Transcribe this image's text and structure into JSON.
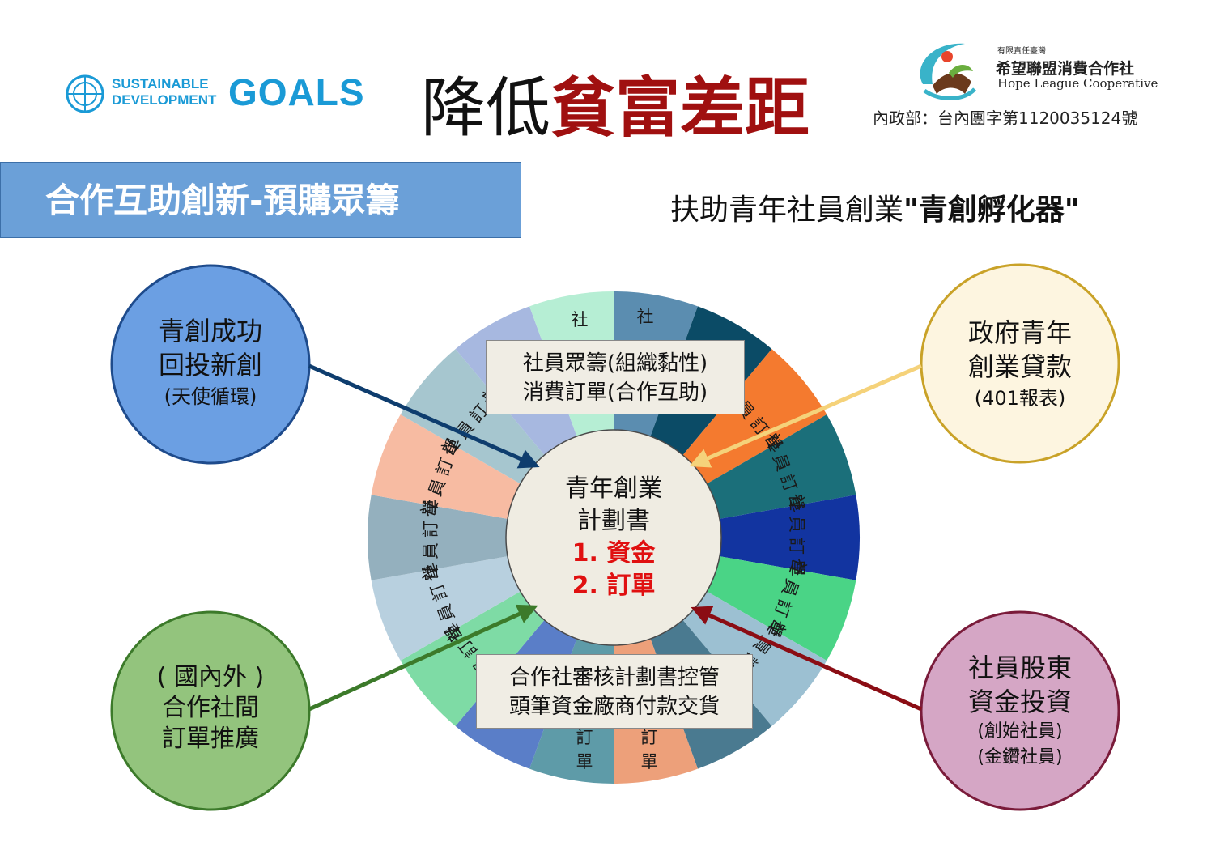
{
  "header": {
    "sdg_line1": "SUSTAINABLE",
    "sdg_line2": "DEVELOPMENT",
    "sdg_goals": "GOALS",
    "title_black": "降低",
    "title_red": "貧富差距",
    "coop_small": "有限責任臺灣",
    "coop_name_cn": "希望聯盟消費合作社",
    "coop_name_en": "Hope League Cooperative",
    "registration": "內政部：台內團字第1120035124號"
  },
  "banner": {
    "text": "合作互助創新-預購眾籌"
  },
  "subtitle": {
    "prefix": "扶助青年社員創業",
    "bold": "\"青創孵化器\""
  },
  "center": {
    "line1": "青年創業",
    "line2": "計劃書",
    "item1": "1. 資金",
    "item2": "2. 訂單"
  },
  "top_box": {
    "line1": "社員眾籌(組織黏性)",
    "line2": "消費訂單(合作互助)"
  },
  "bottom_box": {
    "line1": "合作社審核計劃書控管",
    "line2": "頭筆資金廠商付款交貨"
  },
  "bubbles": {
    "top_left": {
      "line1": "青創成功",
      "line2": "回投新創",
      "line3": "(天使循環)",
      "fill": "#6b9fe3",
      "stroke": "#1e4b8c"
    },
    "top_right": {
      "line1": "政府青年",
      "line2": "創業貸款",
      "line3": "(401報表)",
      "fill": "#fdf5e0",
      "stroke": "#c9a228"
    },
    "bottom_left": {
      "line1": "( 國內外 )",
      "line2": "合作社間",
      "line3": "訂單推廣",
      "fill": "#93c47d",
      "stroke": "#3c7a2a"
    },
    "bottom_right": {
      "line1": "社員股東",
      "line2": "資金投資",
      "line3": "(創始社員)",
      "line4": "(金鑽社員)",
      "fill": "#d5a6c5",
      "stroke": "#7a1b3a"
    }
  },
  "wedge_label": "社員訂單",
  "wedge_label_short_top": "社",
  "wedge_label_bottom": "訂單",
  "wedge_colors": [
    "#5b8db0",
    "#0b4b66",
    "#f47a2f",
    "#1b6f7a",
    "#1234a0",
    "#4ad486",
    "#9cc0d2",
    "#4a7a90",
    "#eda07a",
    "#5e9ba8",
    "#5a7ec8",
    "#7edba5",
    "#b8d0df",
    "#94b0be",
    "#f7bba2",
    "#a6c6cf",
    "#a7b8e0",
    "#b6eed4"
  ],
  "arrow_colors": {
    "top_left": "#0e3d6e",
    "top_right": "#f5d27a",
    "bottom_left": "#3c7a2a",
    "bottom_right": "#8b0d14"
  }
}
